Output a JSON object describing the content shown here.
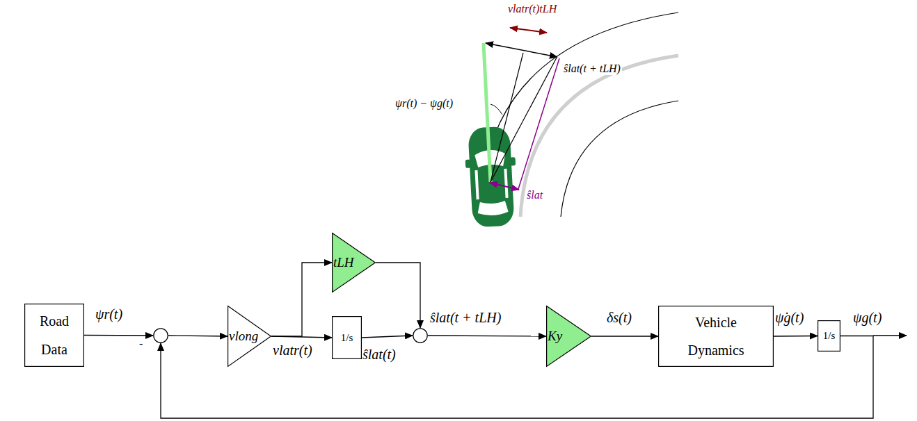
{
  "diagram": {
    "nodes": [
      {
        "text": [
          "Road Data"
        ]
      },
      {
        "text": [
          "-"
        ]
      },
      {
        "text": [
          "vlong"
        ]
      },
      {
        "text": [
          "tLH"
        ]
      },
      {
        "text": [
          "1/s"
        ]
      },
      {
        "text": []
      },
      {
        "text": [
          "Ky"
        ]
      },
      {
        "text": [
          "Vehicle Dynamics"
        ]
      },
      {
        "text": [
          "1/s"
        ]
      }
    ],
    "edges": [
      {
        "from": 0,
        "to": 1,
        "arrow": "to",
        "label": "ψr(t)"
      },
      {
        "from": 1,
        "to": 2,
        "arrow": "to"
      },
      {
        "from": 2,
        "to": 3,
        "arrow": "to"
      },
      {
        "from": 2,
        "to": 4,
        "arrow": "to",
        "label": "vlatr(t)"
      },
      {
        "from": 3,
        "to": 5,
        "arrow": "to"
      },
      {
        "from": 4,
        "to": 5,
        "arrow": "to",
        "label": "ŝlat(t)"
      },
      {
        "from": 5,
        "to": 6,
        "arrow": "to",
        "label": "ŝlat(t + tLH)"
      },
      {
        "from": 6,
        "to": 7,
        "arrow": "to",
        "label": "δs(t)"
      },
      {
        "from": 7,
        "to": 8,
        "arrow": "to",
        "label": "ψ̇g(t)"
      },
      {
        "from": 8,
        "to": 1,
        "arrow": "to"
      }
    ],
    "labels": [
      "ψg(t)",
      "vlatr(t)tLH",
      "ŝlat(t + tLH)",
      "ψr(t) − ψg(t)",
      "ŝlat"
    ]
  }
}
